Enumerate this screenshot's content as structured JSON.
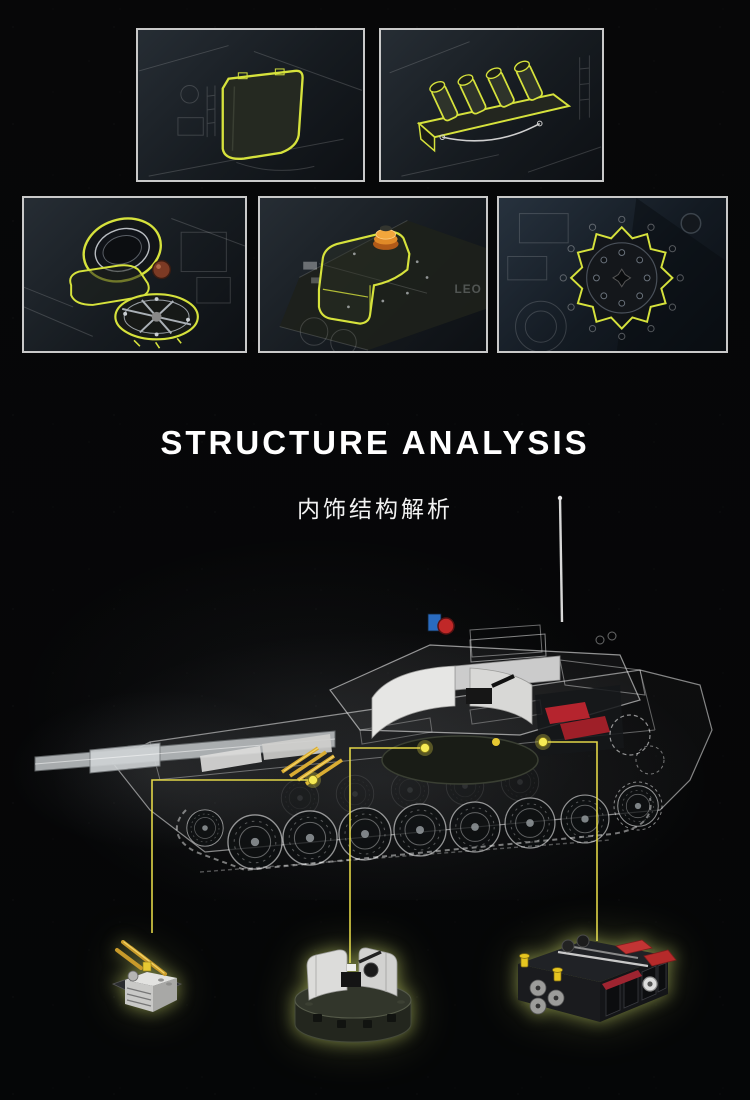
{
  "title": {
    "main": "STRUCTURE ANALYSIS",
    "sub": "内饰结构解析"
  },
  "markings": {
    "hull_side": "LEO"
  },
  "colors": {
    "bg": "#070708",
    "panel-border": "#c9c9c9",
    "highlight": "#d6e23c",
    "callout": "#ecdf4a",
    "accent-orange": "#e08a28",
    "engine-red": "#b5242e",
    "ammo-gold": "#d9ac33",
    "olive": "#2c3126",
    "glow": "#d6e370"
  },
  "detail_panels": [
    {
      "icon": "stowage-basket-icon"
    },
    {
      "icon": "smoke-grenade-launchers-icon"
    },
    {
      "icon": "commander-hatch-icon"
    },
    {
      "icon": "driver-hatch-periscope-icon"
    },
    {
      "icon": "drive-sprocket-icon"
    }
  ],
  "components": [
    {
      "icon": "ammo-rack-icon"
    },
    {
      "icon": "turret-ring-mechanism-icon"
    },
    {
      "icon": "engine-block-icon"
    }
  ]
}
